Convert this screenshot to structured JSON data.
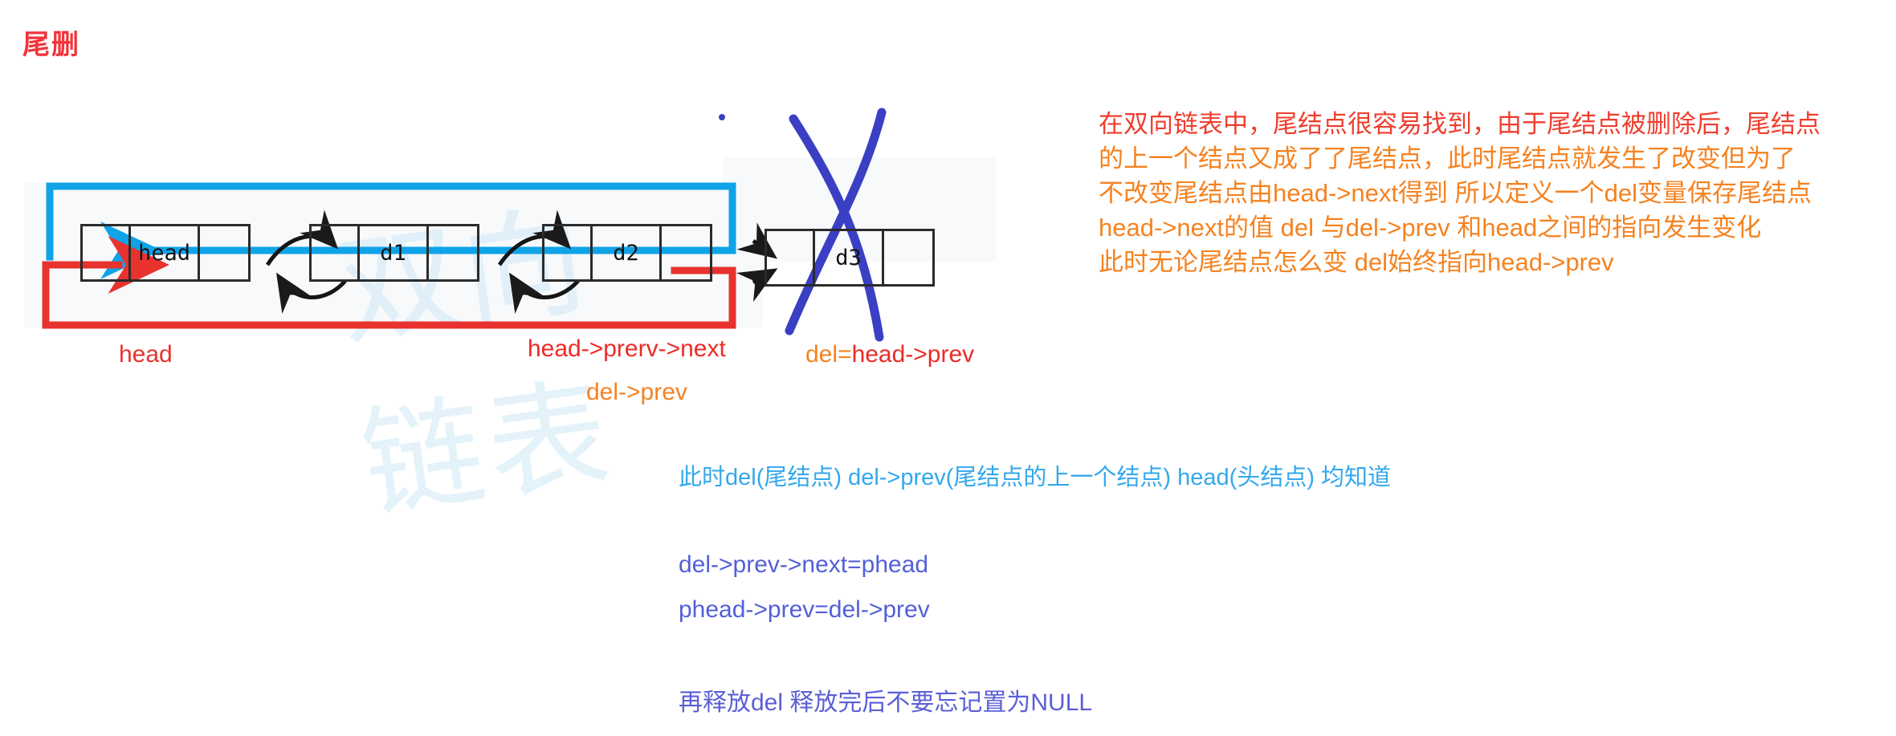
{
  "title": "尾删",
  "colors": {
    "red": "#ec2b26",
    "orange": "#f58220",
    "blue": "#34a8ec",
    "purple": "#5360d8",
    "node_border": "#2b2b2b",
    "panel_bg": "#f7f9fb"
  },
  "watermark": {
    "text": "双向链表"
  },
  "diagram": {
    "nodes": [
      {
        "name": "head-node",
        "prev": "",
        "data": "head",
        "next": ""
      },
      {
        "name": "d1-node",
        "prev": "",
        "data": "d1",
        "next": ""
      },
      {
        "name": "d2-node",
        "prev": "",
        "data": "d2",
        "next": ""
      },
      {
        "name": "d3-node",
        "prev": "",
        "data": "d3",
        "next": "",
        "crossed_out": true
      }
    ],
    "labels": {
      "head": "head",
      "head_prev_next": "head->prerv->next",
      "del_prev": "del->prev",
      "del_eq": "del=",
      "del_eq_rest": "head->prev"
    }
  },
  "notes": {
    "line1": "在双向链表中，尾结点很容易找到，由于尾结点被删除后，尾结点",
    "line2": "的上一个结点又成了了尾结点，此时尾结点就发生了改变但为了",
    "line3": "不改变尾结点由head->next得到 所以定义一个del变量保存尾结点",
    "line4": "head->next的值  del 与del->prev 和head之间的指向发生变化",
    "line5": "此时无论尾结点怎么变 del始终指向head->prev"
  },
  "blue_note": "此时del(尾结点) del->prev(尾结点的上一个结点)  head(头结点) 均知道",
  "code": {
    "line1": "del->prev->next=phead",
    "line2": "phead->prev=del->prev",
    "line3": "再释放del 释放完后不要忘记置为NULL"
  }
}
